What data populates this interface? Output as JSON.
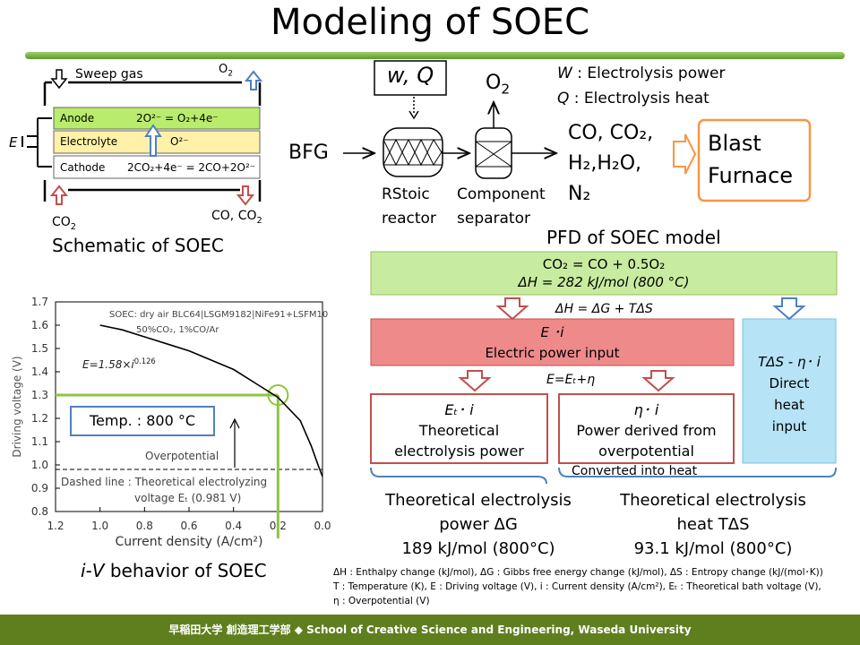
{
  "title": "Modeling of SOEC",
  "schematic": {
    "sweep_gas": "Sweep gas",
    "o2": "O",
    "o2_sub": "2",
    "anode": "Anode",
    "anode_rxn": "2O²⁻ = O₂+4e⁻",
    "electrolyte": "Electrolyte",
    "electrolyte_ion": "O²⁻",
    "cathode": "Cathode",
    "cathode_rxn": "2CO₂+4e⁻ = 2CO+2O²⁻",
    "e_label": "E",
    "co2_in": "CO",
    "co2_in_sub": "2",
    "co_out": "CO, CO",
    "co_out_sub": "2",
    "caption": "Schematic of SOEC"
  },
  "pfd": {
    "wq": "w, Q",
    "o2": "O",
    "o2_sub": "2",
    "w_def": ": Electrolysis power",
    "w_sym": "W",
    "q_def": ": Electrolysis heat",
    "q_sym": "Q",
    "bfg": "BFG",
    "rstoic": "RStoic",
    "reactor": "reactor",
    "component": "Component",
    "separator": "separator",
    "products_line1": "CO, CO₂,",
    "products_line2": "H₂,H₂O,",
    "products_line3": "N₂",
    "blast": "Blast",
    "furnace": "Furnace",
    "caption": "PFD of SOEC model"
  },
  "energy": {
    "reaction": "CO₂ = CO + 0.5O₂",
    "enthalpy": "ΔH = 282 kJ/mol (800 °C)",
    "dh_eq": "ΔH = ΔG + TΔS",
    "ei_title": "E ･i",
    "ei_text": "Electric power input",
    "e_eq": "E=Eₜ+η",
    "tds_title": "TΔS - η･ i",
    "tds_text1": "Direct",
    "tds_text2": "heat",
    "tds_text3": "input",
    "eti_title": "Eₜ･ i",
    "eti_text1": "Theoretical",
    "eti_text2": "electrolysis power",
    "eta_title": "η･ i",
    "eta_text1": "Power derived from",
    "eta_text2": "overpotential",
    "converted": "Converted into heat",
    "g_line1": "Theoretical electrolysis",
    "g_line2": "power ΔG",
    "g_line3": "189 kJ/mol (800°C)",
    "s_line1": "Theoretical electrolysis",
    "s_line2": "heat TΔS",
    "s_line3": "93.1 kJ/mol (800°C)"
  },
  "notes": {
    "line1": "ΔH : Enthalpy change (kJ/mol), ΔG : Gibbs free energy change (kJ/mol),   ΔS : Entropy change (kJ/(mol･K))",
    "line2": "T : Temperature  (K), E : Driving voltage (V), i : Current density (A/cm²), Eₜ : Theoretical bath voltage (V),",
    "line3": "η : Overpotential (V)"
  },
  "chart_data": {
    "type": "line",
    "title": "",
    "xlabel": "Current density (A/cm²)",
    "ylabel": "Driving voltage (V)",
    "xlim": [
      1.2,
      0.0
    ],
    "ylim": [
      0.8,
      1.7
    ],
    "x_ticks": [
      "1.2",
      "1.0",
      "0.8",
      "0.6",
      "0.4",
      "0.2",
      "0.0"
    ],
    "y_ticks": [
      "0.8",
      "0.9",
      "1.0",
      "1.1",
      "1.2",
      "1.3",
      "1.4",
      "1.5",
      "1.6",
      "1.7"
    ],
    "series": [
      {
        "name": "",
        "x": [
          0.0,
          0.02,
          0.05,
          0.1,
          0.2,
          0.3,
          0.4,
          0.5,
          0.6,
          0.7,
          0.8,
          0.9,
          1.0
        ],
        "y": [
          0.95,
          1.0,
          1.08,
          1.19,
          1.29,
          1.35,
          1.41,
          1.45,
          1.49,
          1.52,
          1.55,
          1.58,
          1.6
        ]
      }
    ],
    "theoretical_voltage": 0.981,
    "operating_point": {
      "x": 0.2,
      "y": 1.3
    },
    "legend_text": "SOEC: dry air BLC64|LSGM9182|NiFe91+LSFM10",
    "legend_text2": "50%CO₂, 1%CO/Ar",
    "fit_eq": "E=1.58×i",
    "fit_exp": "0.126",
    "temp_label": "Temp. : 800 °C",
    "overpotential_label": "Overpotential",
    "dashed_line1": "Dashed line : Theoretical electrolyzing",
    "dashed_line2": "voltage Eₜ (0.981 V)",
    "caption_i": "i",
    "caption_dash": "-",
    "caption_v": "V",
    "caption_rest": " behavior of SOEC"
  },
  "footer": "早稲田大学 創造理工学部 ◆ School of Creative Science and Engineering, Waseda University",
  "colors": {
    "green_bar": "#6aa832",
    "footer": "#5f7f1f",
    "red": "#c0504d",
    "blue": "#4f81bd",
    "orange": "#f79646",
    "light_green": "#c3e89a"
  }
}
